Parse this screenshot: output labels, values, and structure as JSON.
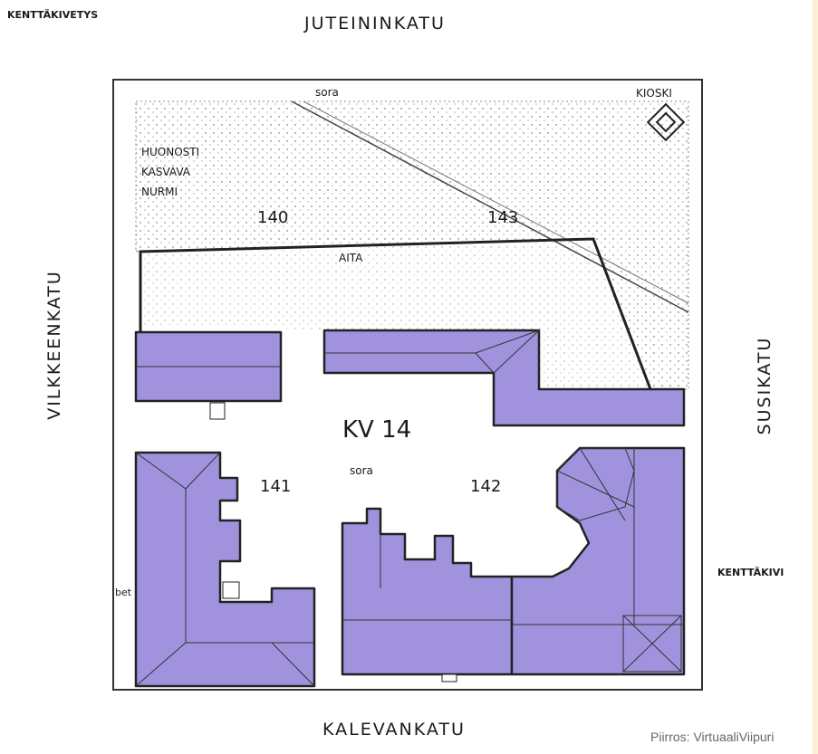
{
  "streets": {
    "north": "JUTEININKATU",
    "south": "KALEVANKATU",
    "west": "VILKKEENKATU",
    "east": "SUSIKATU"
  },
  "notes": {
    "top_left": "KENTTÄKIVETYS",
    "right": "KENTTÄKIVI",
    "gravel_top": "sora",
    "gravel_court": "sora",
    "kiosk": "KIOSKI",
    "lawn": [
      "HUONOSTI",
      "KASVAVA",
      "NURMI"
    ],
    "fence": "AITA",
    "concrete": "bet"
  },
  "block": {
    "name": "KV 14"
  },
  "plots": [
    "140",
    "141",
    "142",
    "143"
  ],
  "colors": {
    "building": "#a192de",
    "outline": "#222222"
  },
  "credit": "Piirros: VirtuaaliViipuri"
}
